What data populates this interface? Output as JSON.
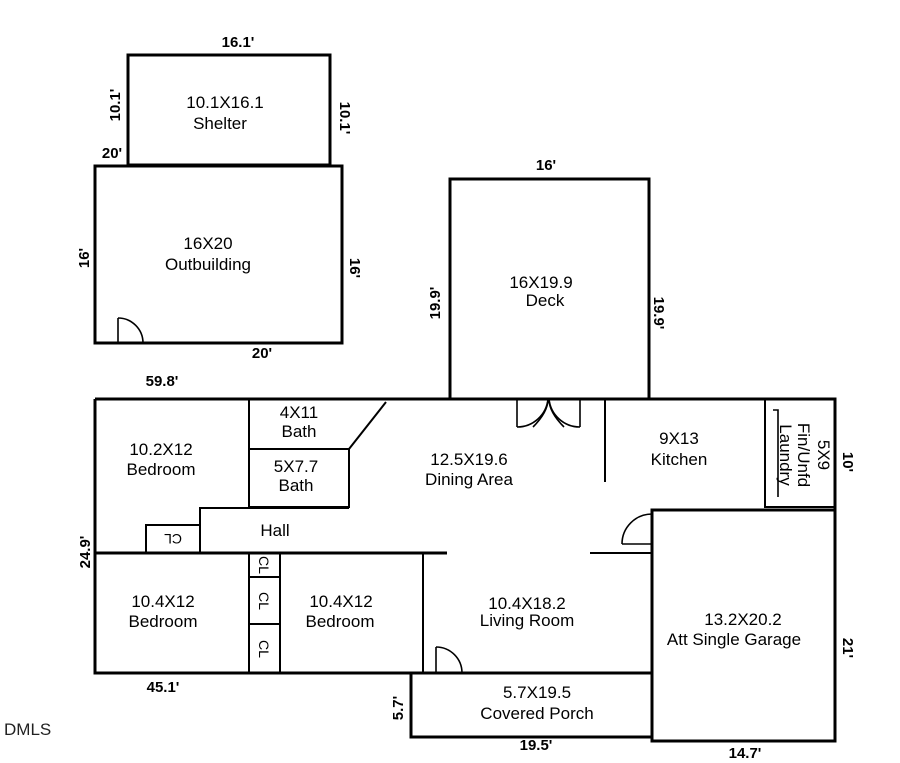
{
  "rooms": {
    "shelter": {
      "dims": "10.1X16.1",
      "name": "Shelter"
    },
    "outbuilding": {
      "dims": "16X20",
      "name": "Outbuilding"
    },
    "deck": {
      "dims": "16X19.9",
      "name": "Deck"
    },
    "bedroom1": {
      "dims": "10.2X12",
      "name": "Bedroom"
    },
    "bath1": {
      "dims": "4X11",
      "name": "Bath"
    },
    "bath2": {
      "dims": "5X7.7",
      "name": "Bath"
    },
    "dining": {
      "dims": "12.5X19.6",
      "name": "Dining Area"
    },
    "kitchen": {
      "dims": "9X13",
      "name": "Kitchen"
    },
    "laundry": {
      "dims": "5X9",
      "name1": "Fin/Unfd",
      "name2": "Laundry"
    },
    "hall": {
      "name": "Hall"
    },
    "bedroom2": {
      "dims": "10.4X12",
      "name": "Bedroom"
    },
    "bedroom3": {
      "dims": "10.4X12",
      "name": "Bedroom"
    },
    "living": {
      "dims": "10.4X18.2",
      "name": "Living Room"
    },
    "garage": {
      "dims": "13.2X20.2",
      "name": "Att Single Garage"
    },
    "porch": {
      "dims": "5.7X19.5",
      "name": "Covered Porch"
    }
  },
  "closets": {
    "label": "CL"
  },
  "dimensions": {
    "shelter_top": "16.1'",
    "shelter_left": "10.1'",
    "shelter_right": "10.1'",
    "outbuilding_top": "20'",
    "outbuilding_left": "16'",
    "outbuilding_right": "16'",
    "outbuilding_bottom": "20'",
    "deck_top": "16'",
    "deck_left": "19.9'",
    "deck_right": "19.9'",
    "house_top": "59.8'",
    "house_left": "24.9'",
    "house_bottom": "45.1'",
    "laundry_right": "10'",
    "garage_right": "21'",
    "garage_bottom": "14.7'",
    "porch_left": "5.7'",
    "porch_bottom": "19.5'"
  },
  "brand": "DMLS"
}
